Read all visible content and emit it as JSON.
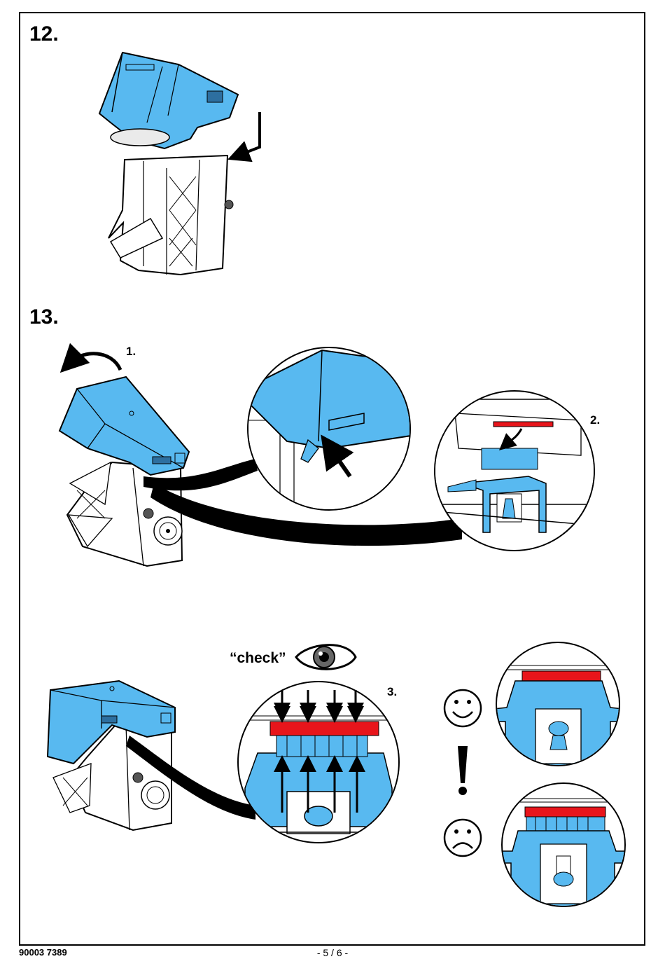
{
  "steps": {
    "step12": "12.",
    "step13": "13.",
    "sub1": "1.",
    "sub2": "2.",
    "sub3": "3.",
    "check": "“check”"
  },
  "footer": {
    "doc_number": "90003 7389",
    "page": "- 5 / 6 -"
  },
  "colors": {
    "part_blue": "#58b9f0",
    "lock_red": "#e8151b",
    "line": "#000000"
  },
  "icons": [
    "eye-icon",
    "happy-face-icon",
    "sad-face-icon",
    "exclamation-icon",
    "arrow-icon"
  ]
}
